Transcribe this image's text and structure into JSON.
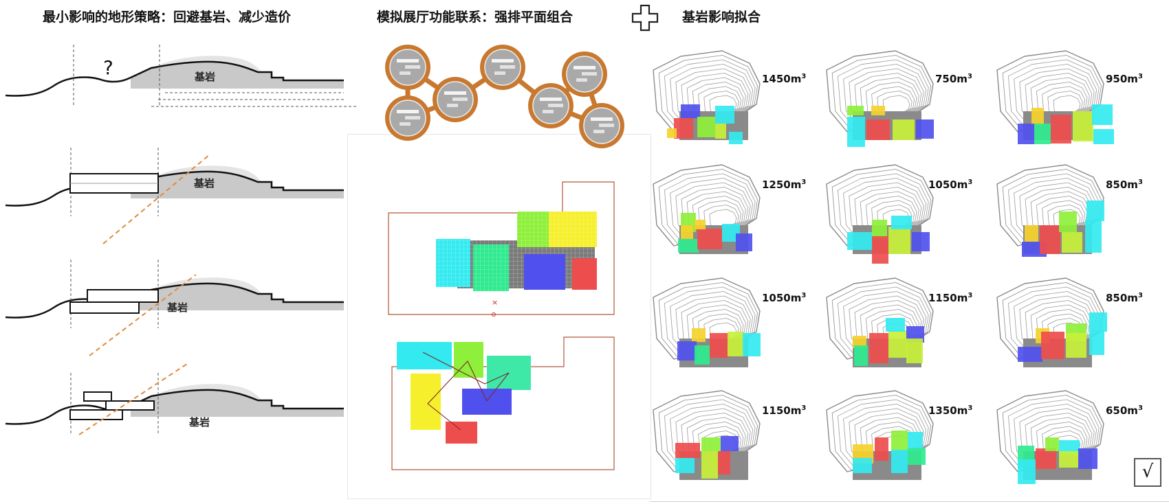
{
  "titles": {
    "left": "最小影响的地形策略：回避基岩、减少造价",
    "middle": "模拟展厅功能联系：强排平面组合",
    "right": "基岩影响拟合"
  },
  "sections": {
    "question_mark": "?",
    "rock_label": "基岩"
  },
  "fits": [
    {
      "volume": "1450m",
      "exp": "3"
    },
    {
      "volume": "750m",
      "exp": "3"
    },
    {
      "volume": "950m",
      "exp": "3"
    },
    {
      "volume": "1250m",
      "exp": "3"
    },
    {
      "volume": "1050m",
      "exp": "3"
    },
    {
      "volume": "850m",
      "exp": "3"
    },
    {
      "volume": "1050m",
      "exp": "3"
    },
    {
      "volume": "1150m",
      "exp": "3"
    },
    {
      "volume": "850m",
      "exp": "3"
    },
    {
      "volume": "1150m",
      "exp": "3"
    },
    {
      "volume": "1350m",
      "exp": "3"
    },
    {
      "volume": "650m",
      "exp": "3"
    }
  ],
  "selected_mark": "√",
  "colors": {
    "orange": "#c8792f",
    "dash": "#e08a3c",
    "rock": "#c9c9c9",
    "site": "#b5553a"
  }
}
